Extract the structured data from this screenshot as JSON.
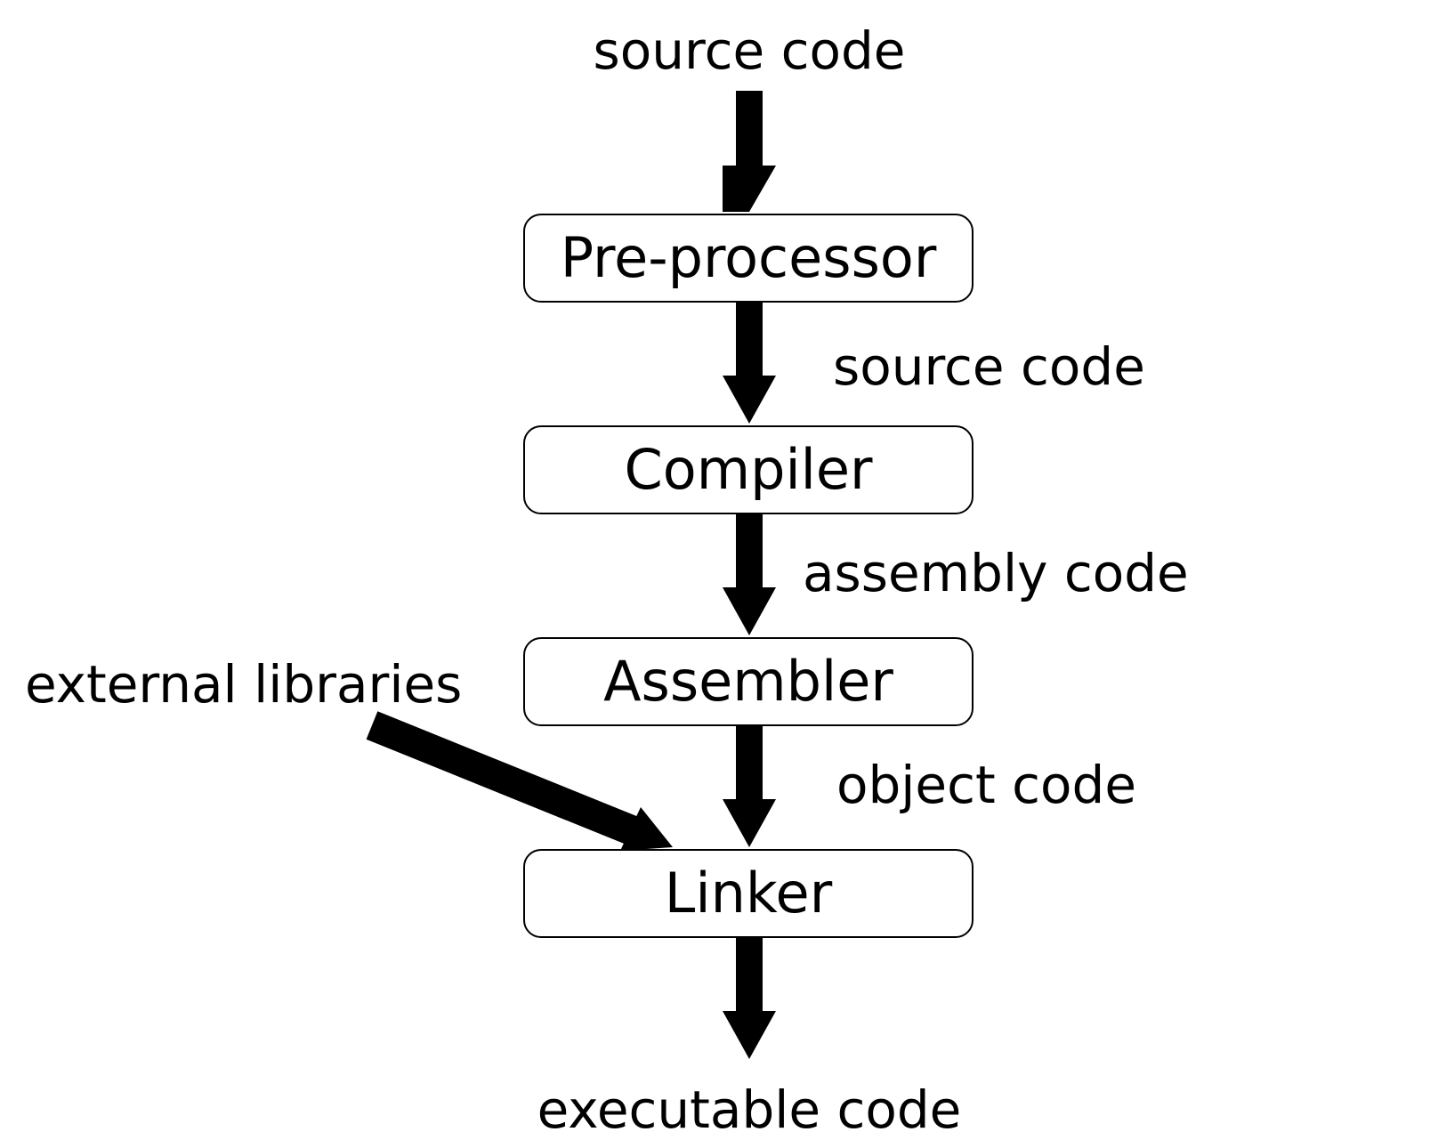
{
  "diagram": {
    "input_label": "source code",
    "stages": [
      {
        "name": "Pre-processor"
      },
      {
        "name": "Compiler"
      },
      {
        "name": "Assembler"
      },
      {
        "name": "Linker"
      }
    ],
    "edges": [
      {
        "label": "source code"
      },
      {
        "label": "assembly code"
      },
      {
        "label": "object code"
      }
    ],
    "external_input_label": "external libraries",
    "output_label": "executable code",
    "colors": {
      "ink": "#000000",
      "background": "#ffffff"
    }
  }
}
